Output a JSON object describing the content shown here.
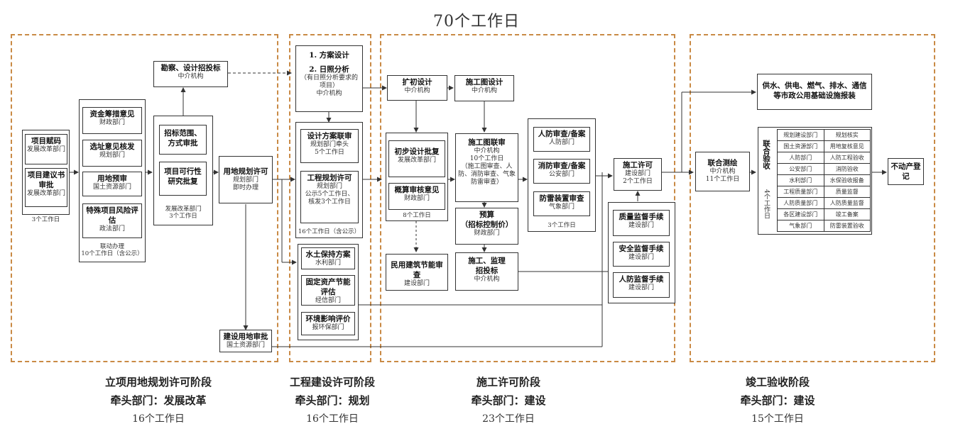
{
  "title": "70个工作日",
  "stage1": {
    "project_code": {
      "t": "项目赋码",
      "s": "发展改革部门"
    },
    "project_proposal": {
      "t": "项目建议书审批",
      "s": "发展改革部门"
    },
    "col1_note": "3个工作日",
    "funding": {
      "t": "资金筹措意见",
      "s": "财政部门"
    },
    "site_selection": {
      "t": "选址意见核发",
      "s": "规划部门"
    },
    "land_pre": {
      "t": "用地预审",
      "s": "国土资源部门"
    },
    "risk": {
      "t": "特殊项目风险评估",
      "s": "政法部门"
    },
    "col2_note1": "联动办理",
    "col2_note2": "10个工作日（含公示）",
    "survey_bid": {
      "t": "勘察、设计招投标",
      "s": "中介机构"
    },
    "bid_scope": {
      "t": "招标范围、方式审批"
    },
    "feasibility": {
      "t": "项目可行性研究批复"
    },
    "col3_note1": "发展改革部门",
    "col3_note2": "3个工作日",
    "land_permit": {
      "t": "用地规划许可",
      "s1": "规划部门",
      "s2": "即时办理"
    },
    "land_approval": {
      "t": "建设用地审批",
      "s": "国土资源部门"
    }
  },
  "stage2": {
    "scheme1": "1. 方案设计",
    "scheme2": "2. 日照分析",
    "scheme_s1": "（有日照分析要求的项目）",
    "scheme_s2": "中介机构",
    "joint_review": {
      "t": "设计方案联审",
      "s1": "规划部门牵头",
      "s2": "5个工作日"
    },
    "eng_permit": {
      "t": "工程规划许可",
      "s1": "规划部门",
      "s2": "公示5个工作日、核发3个工作日"
    },
    "group_note": "16个工作日（含公示）",
    "water": {
      "t": "水土保持方案",
      "s": "水利部门"
    },
    "energy": {
      "t": "固定资产节能评估",
      "s": "经信部门"
    },
    "env": {
      "t": "环境影响评价",
      "s": "报环保部门"
    }
  },
  "stage3": {
    "prelim_design": {
      "t": "扩初设计",
      "s": "中介机构"
    },
    "prelim_approval": {
      "t": "初步设计批复",
      "s": "发展改革部门"
    },
    "budget_review": {
      "t": "概算审核意见",
      "s": "财政部门"
    },
    "left_note": "8个工作日",
    "energy_review": {
      "t": "民用建筑节能审查",
      "s": "建设部门"
    },
    "construction_design": {
      "t": "施工图设计",
      "s": "中介机构"
    },
    "drawing_review": {
      "t": "施工图联审",
      "s1": "中介机构",
      "s2": "10个工作日",
      "s3": "（施工图审查、人防、消防审查、气象防雷审查）"
    },
    "budget": {
      "t1": "预算",
      "t2": "（招标控制价）",
      "s": "财政部门"
    },
    "supervision": {
      "t1": "施工、监理",
      "t2": "招投标",
      "s": "中介机构"
    },
    "civil_defense": {
      "t": "人防审查/备案",
      "s": "人防部门"
    },
    "fire": {
      "t": "消防审查/备案",
      "s": "公安部门"
    },
    "lightning": {
      "t": "防雷装置审查",
      "s": "气象部门"
    },
    "right_note": "3个工作日",
    "construction_permit": {
      "t": "施工许可",
      "s1": "建设部门",
      "s2": "2个工作日"
    },
    "quality": {
      "t": "质量监督手续",
      "s": "建设部门"
    },
    "safety": {
      "t": "安全监督手续",
      "s": "建设部门"
    },
    "cd_supervision": {
      "t": "人防监督手续",
      "s": "建设部门"
    }
  },
  "stage4": {
    "survey": {
      "t": "联合测绘",
      "s1": "中介机构",
      "s2": "11个工作日"
    },
    "utilities": {
      "t1": "供水、供电、燃气、排水、通信",
      "t2": "等市政公用基础设施报装"
    },
    "joint_label": "联合验收",
    "joint_days": "4个工作日",
    "table": [
      [
        "规划建设部门",
        "规划核实"
      ],
      [
        "国土资源部门",
        "用地复核意见"
      ],
      [
        "人防部门",
        "人防工程验收"
      ],
      [
        "公安部门",
        "消防验收"
      ],
      [
        "水利部门",
        "水保验收报备"
      ],
      [
        "工程质量部门",
        "质量监督"
      ],
      [
        "人防质量部门",
        "人防质量监督"
      ],
      [
        "各区建设部门",
        "竣工备案"
      ],
      [
        "气象部门",
        "防雷装置验收"
      ]
    ],
    "registration": "不动产登记"
  },
  "phases": [
    {
      "name": "立项用地规划许可阶段",
      "lead": "牵头部门：发展改革",
      "days": "16个工作日"
    },
    {
      "name": "工程建设许可阶段",
      "lead": "牵头部门：规划",
      "days": "16个工作日"
    },
    {
      "name": "施工许可阶段",
      "lead": "牵头部门：建设",
      "days": "23个工作日"
    },
    {
      "name": "竣工验收阶段",
      "lead": "牵头部门：建设",
      "days": "15个工作日"
    }
  ]
}
